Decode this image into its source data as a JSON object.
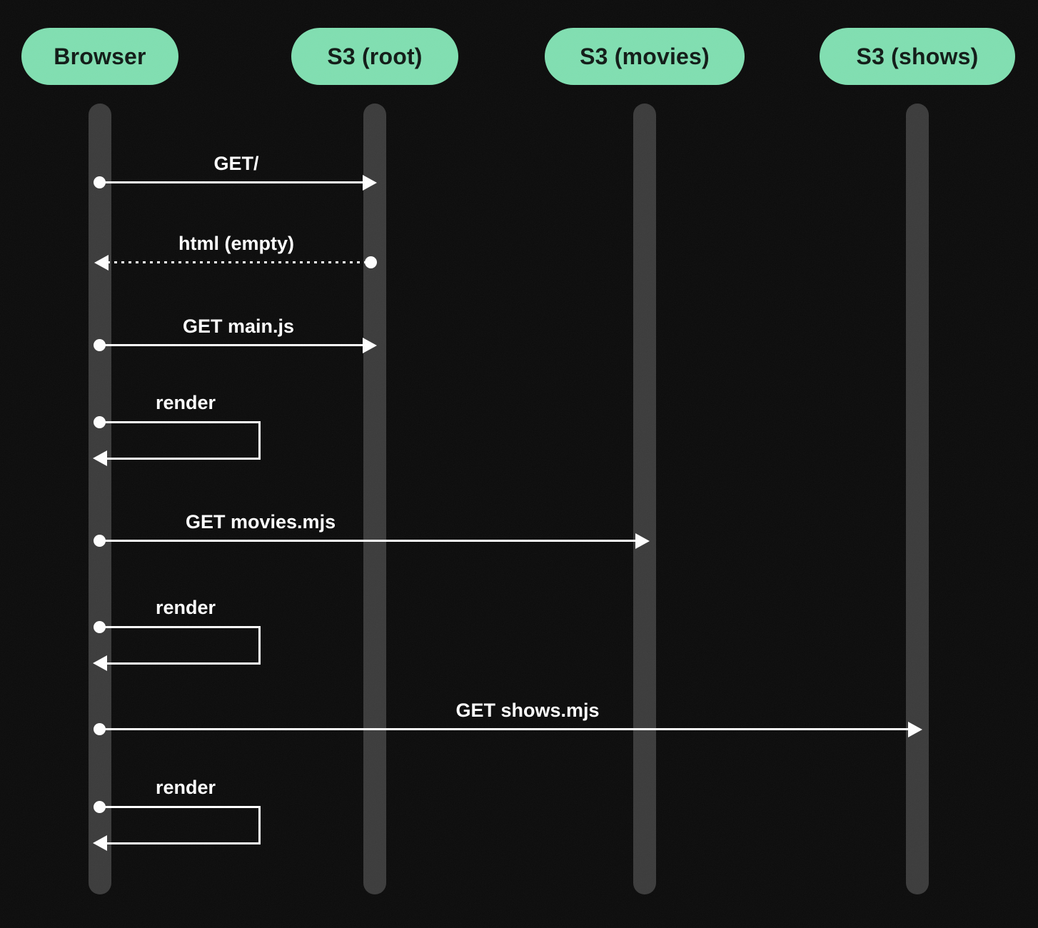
{
  "actors": [
    {
      "label": "Browser"
    },
    {
      "label": "S3 (root)"
    },
    {
      "label": "S3 (movies)"
    },
    {
      "label": "S3 (shows)"
    }
  ],
  "messages": [
    {
      "label": "GET/",
      "from": "Browser",
      "to": "S3 (root)",
      "line": "solid",
      "direction": "right"
    },
    {
      "label": "html (empty)",
      "from": "S3 (root)",
      "to": "Browser",
      "line": "dotted",
      "direction": "left"
    },
    {
      "label": "GET main.js",
      "from": "Browser",
      "to": "S3 (root)",
      "line": "solid",
      "direction": "right"
    },
    {
      "label": "render",
      "from": "Browser",
      "to": "Browser",
      "line": "solid",
      "direction": "self"
    },
    {
      "label": "GET movies.mjs",
      "from": "Browser",
      "to": "S3 (movies)",
      "line": "solid",
      "direction": "right"
    },
    {
      "label": "render",
      "from": "Browser",
      "to": "Browser",
      "line": "solid",
      "direction": "self"
    },
    {
      "label": "GET shows.mjs",
      "from": "Browser",
      "to": "S3 (shows)",
      "line": "solid",
      "direction": "right"
    },
    {
      "label": "render",
      "from": "Browser",
      "to": "Browser",
      "line": "solid",
      "direction": "self"
    }
  ],
  "colors": {
    "background": "#0b0b0b",
    "actor_fill": "#80dfb1",
    "actor_text": "#101a16",
    "lifeline": "#3b3b3b",
    "message": "#ffffff"
  }
}
